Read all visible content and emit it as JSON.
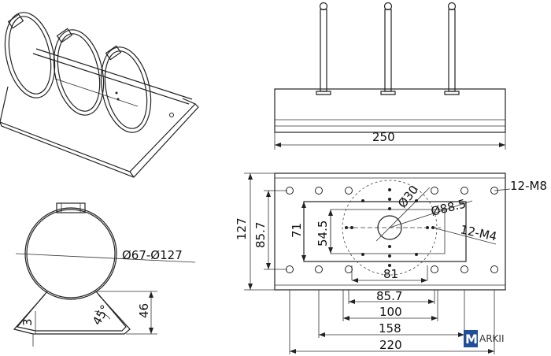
{
  "iso_view": {},
  "side_view": {
    "dims": {
      "width": "250"
    }
  },
  "clamp_view": {
    "dims": {
      "diameter": "Ø67-Ø127",
      "height": "46",
      "angle": "45°",
      "edge": "3"
    }
  },
  "plan_view": {
    "dims": {
      "bolt_holes": "12-M8",
      "bore": "Ø30",
      "pcd": "Ø88.5",
      "tap_holes": "12-M4",
      "height_outer": "127",
      "height_mid": "85.7",
      "height_inner": "71",
      "height_small": "54.5",
      "w81": "81",
      "w85_7": "85.7",
      "w100": "100",
      "w158": "158",
      "w220": "220"
    }
  },
  "brand": {
    "letter": "M",
    "rest": "ARKII"
  }
}
